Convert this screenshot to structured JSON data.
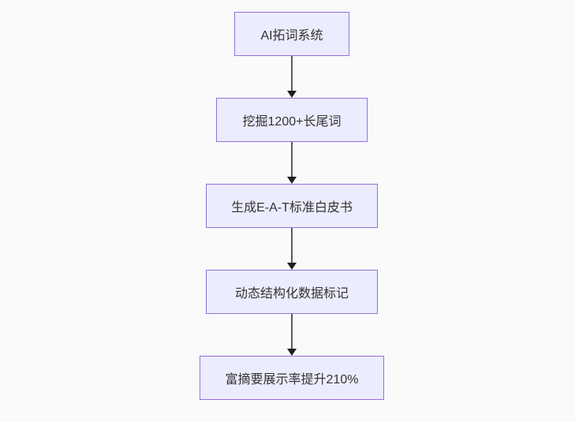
{
  "diagram": {
    "type": "flowchart",
    "direction": "top-down",
    "nodes": [
      {
        "id": "n1",
        "label": "AI拓词系统"
      },
      {
        "id": "n2",
        "label": "挖掘1200+长尾词"
      },
      {
        "id": "n3",
        "label": "生成E-A-T标准白皮书"
      },
      {
        "id": "n4",
        "label": "动态结构化数据标记"
      },
      {
        "id": "n5",
        "label": "富摘要展示率提升210%"
      }
    ],
    "edges": [
      {
        "from": "n1",
        "to": "n2"
      },
      {
        "from": "n2",
        "to": "n3"
      },
      {
        "from": "n3",
        "to": "n4"
      },
      {
        "from": "n4",
        "to": "n5"
      }
    ],
    "colors": {
      "node_fill": "#ECECFF",
      "node_border": "#9370DB",
      "edge_line": "#5b5b5b",
      "arrowhead": "#1f1f1f",
      "text": "#333333",
      "background": "#fafafa"
    }
  }
}
